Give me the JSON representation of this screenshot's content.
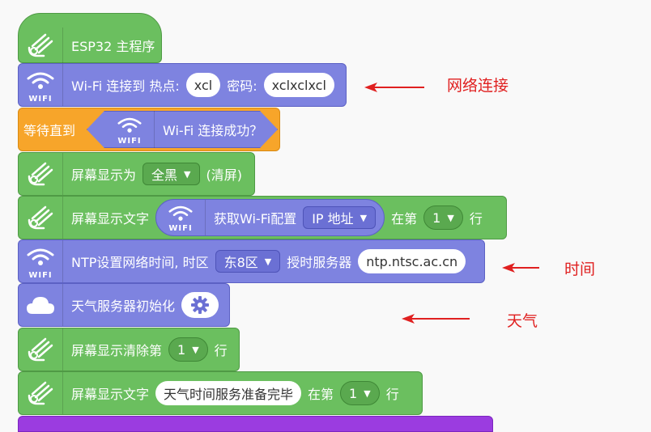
{
  "blocks": {
    "main": {
      "label": "ESP32 主程序"
    },
    "wifi_connect": {
      "label_prefix": "Wi-Fi 连接到 热点:",
      "ssid": "xcl",
      "pwd_label": "密码:",
      "pwd": "xclxclxcl"
    },
    "wait_until": {
      "label": "等待直到",
      "cond": "Wi-Fi 连接成功？"
    },
    "screen_fill": {
      "label": "屏幕显示为",
      "option": "全黑",
      "suffix": "(清屏)"
    },
    "screen_text1": {
      "label": "屏幕显示文字",
      "sub_label": "获取Wi-Fi配置",
      "sub_option": "IP 地址",
      "at_label": "在第",
      "row": "1",
      "row_suffix": "行"
    },
    "ntp": {
      "label": "NTP设置网络时间, 时区",
      "tz": "东8区",
      "server_label": "授时服务器",
      "server": "ntp.ntsc.ac.cn"
    },
    "weather_init": {
      "label": "天气服务器初始化"
    },
    "clear_row": {
      "label": "屏幕显示清除第",
      "row": "1",
      "suffix": "行"
    },
    "screen_text2": {
      "label": "屏幕显示文字",
      "text": "天气时间服务准备完毕",
      "at_label": "在第",
      "row": "1",
      "row_suffix": "行"
    }
  },
  "wifi_icon_text": "WIFI",
  "annotations": {
    "network": "网络连接",
    "time": "时间",
    "weather": "天气"
  },
  "colors": {
    "green": "#6bbf5f",
    "blue": "#7e83e0",
    "orange": "#f7a52a",
    "purple": "#9b3ce0",
    "annotation": "#e02020"
  }
}
